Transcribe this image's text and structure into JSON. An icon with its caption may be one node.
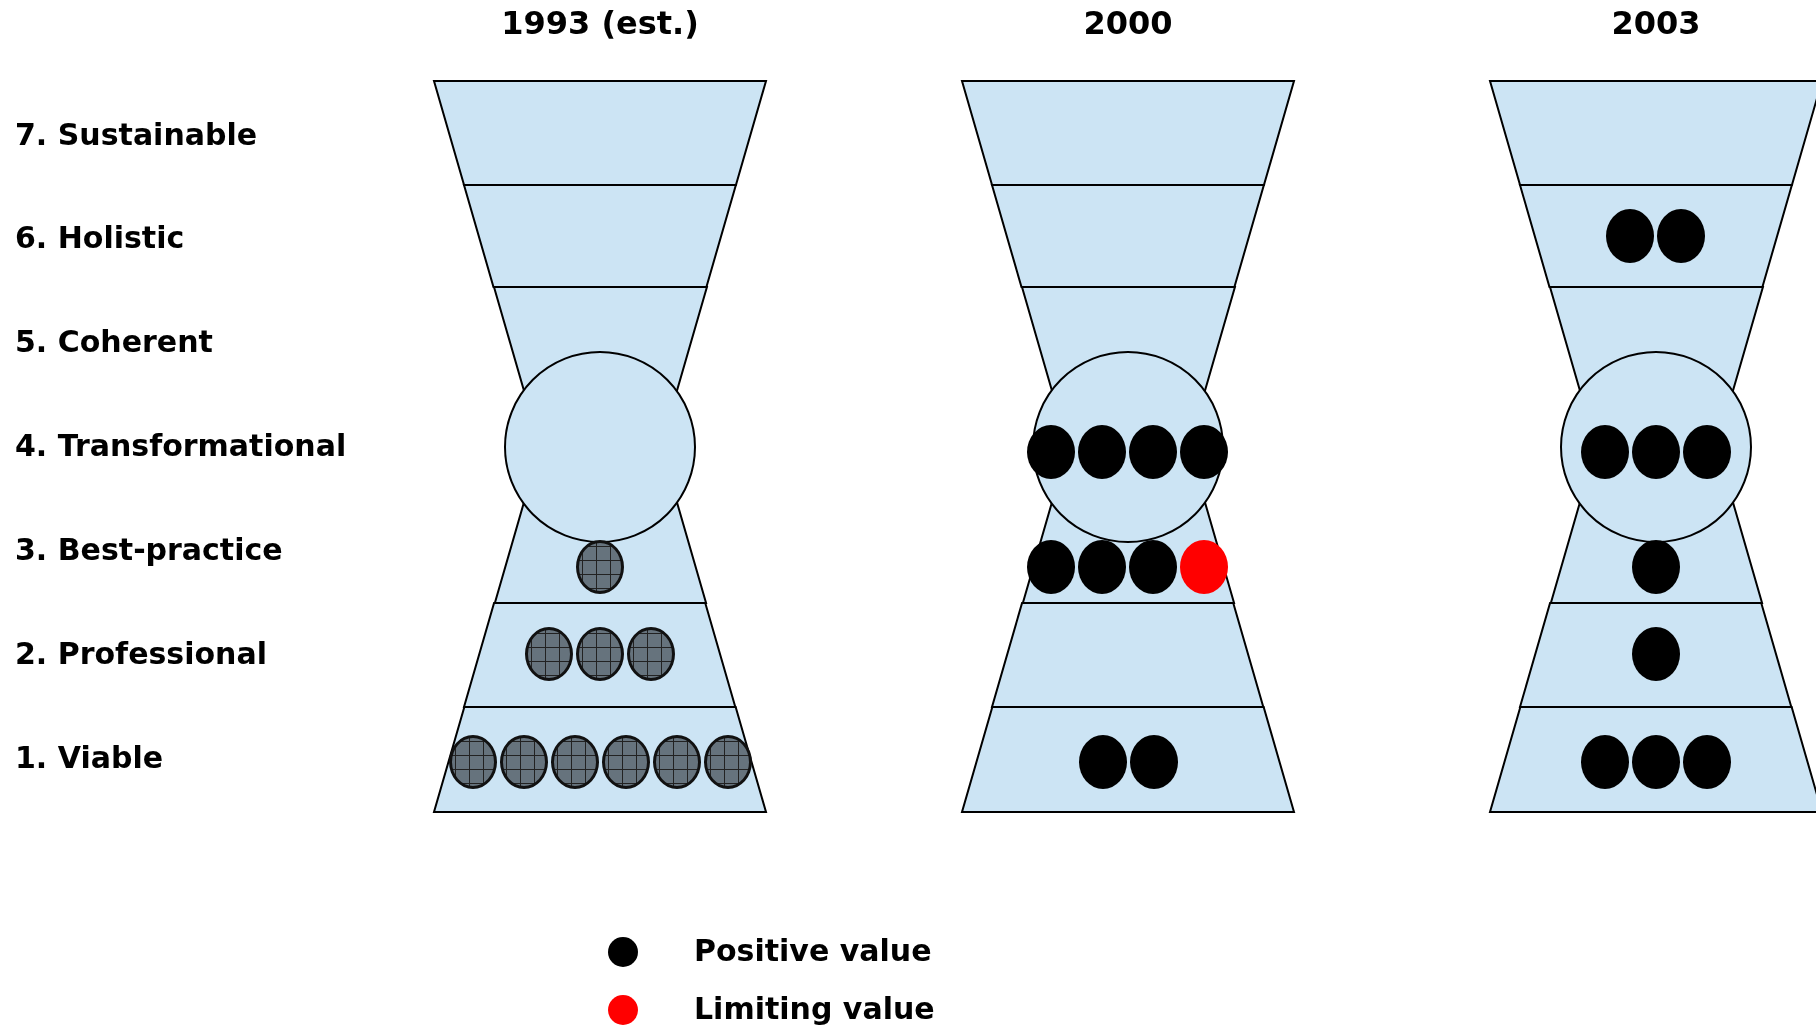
{
  "diagram": {
    "nodes": [
      {
        "text": [
          "1993 (est.)"
        ]
      },
      {
        "text": [],
        "shape": "box",
        "in": 0
      },
      {
        "text": [],
        "shape": "box",
        "in": 0
      },
      {
        "text": [],
        "shape": "box",
        "in": 0
      },
      {
        "text": [],
        "shape": "circle",
        "in": 3
      },
      {
        "text": [],
        "shape": "box",
        "in": 0
      },
      {
        "text": [],
        "shape": "box",
        "in": 0
      },
      {
        "text": [],
        "shape": "circle",
        "in": 3
      },
      {
        "text": [],
        "shape": "circle",
        "in": 5
      },
      {
        "text": [],
        "shape": "circle",
        "in": 5
      },
      {
        "text": [],
        "shape": "circle",
        "in": 5
      },
      {
        "text": [],
        "shape": "circle",
        "in": 6
      },
      {
        "text": [],
        "shape": "circle",
        "in": 6
      },
      {
        "text": [],
        "shape": "circle",
        "in": 6
      },
      {
        "text": [],
        "shape": "circle",
        "in": 6
      },
      {
        "text": [],
        "shape": "circle",
        "in": 6
      },
      {
        "text": [],
        "shape": "circle",
        "in": 6
      },
      {
        "text": [
          "2000"
        ]
      },
      {
        "text": [],
        "shape": "box",
        "in": 17
      },
      {
        "text": [],
        "shape": "box",
        "in": 17
      },
      {
        "text": [],
        "shape": "box",
        "in": 17
      },
      {
        "text": [],
        "shape": "circle",
        "in": 20
      },
      {
        "text": [],
        "shape": "box",
        "in": 17
      },
      {
        "text": [],
        "shape": "box",
        "in": 17
      },
      {
        "text": [],
        "shape": "circle",
        "in": 21
      },
      {
        "text": [],
        "shape": "circle",
        "in": 21
      },
      {
        "text": [],
        "shape": "circle",
        "in": 21
      },
      {
        "text": [],
        "shape": "circle",
        "in": 21
      },
      {
        "text": [],
        "shape": "circle",
        "in": 20
      },
      {
        "text": [],
        "shape": "circle",
        "in": 20
      },
      {
        "text": [],
        "shape": "circle",
        "in": 20
      },
      {
        "text": [],
        "shape": "circle",
        "in": 20
      },
      {
        "text": [],
        "shape": "circle",
        "in": 23
      },
      {
        "text": [],
        "shape": "circle",
        "in": 23
      },
      {
        "text": [
          "2003"
        ]
      },
      {
        "text": [],
        "shape": "box",
        "in": 34
      },
      {
        "text": [],
        "shape": "box",
        "in": 34
      },
      {
        "text": [],
        "shape": "box",
        "in": 34
      },
      {
        "text": [],
        "shape": "circle",
        "in": 37
      },
      {
        "text": [],
        "shape": "box",
        "in": 34
      },
      {
        "text": [],
        "shape": "box",
        "in": 34
      },
      {
        "text": [],
        "shape": "circle",
        "in": 36
      },
      {
        "text": [],
        "shape": "circle",
        "in": 36
      },
      {
        "text": [],
        "shape": "circle",
        "in": 38
      },
      {
        "text": [],
        "shape": "circle",
        "in": 38
      },
      {
        "text": [],
        "shape": "circle",
        "in": 38
      },
      {
        "text": [],
        "shape": "circle",
        "in": 37
      },
      {
        "text": [],
        "shape": "circle",
        "in": 39
      },
      {
        "text": [],
        "shape": "circle",
        "in": 40
      },
      {
        "text": [],
        "shape": "circle",
        "in": 40
      },
      {
        "text": [],
        "shape": "circle",
        "in": 40
      }
    ],
    "labels": [
      "7. Sustainable",
      "6. Holistic",
      "5. Coherent",
      "4. Transformational",
      "3. Best-practice",
      "2. Professional",
      "1. Viable"
    ],
    "legend": [
      {
        "text": "Positive value",
        "color": "#000000"
      },
      {
        "text": "Limiting value",
        "color": "#ff0000"
      }
    ]
  }
}
